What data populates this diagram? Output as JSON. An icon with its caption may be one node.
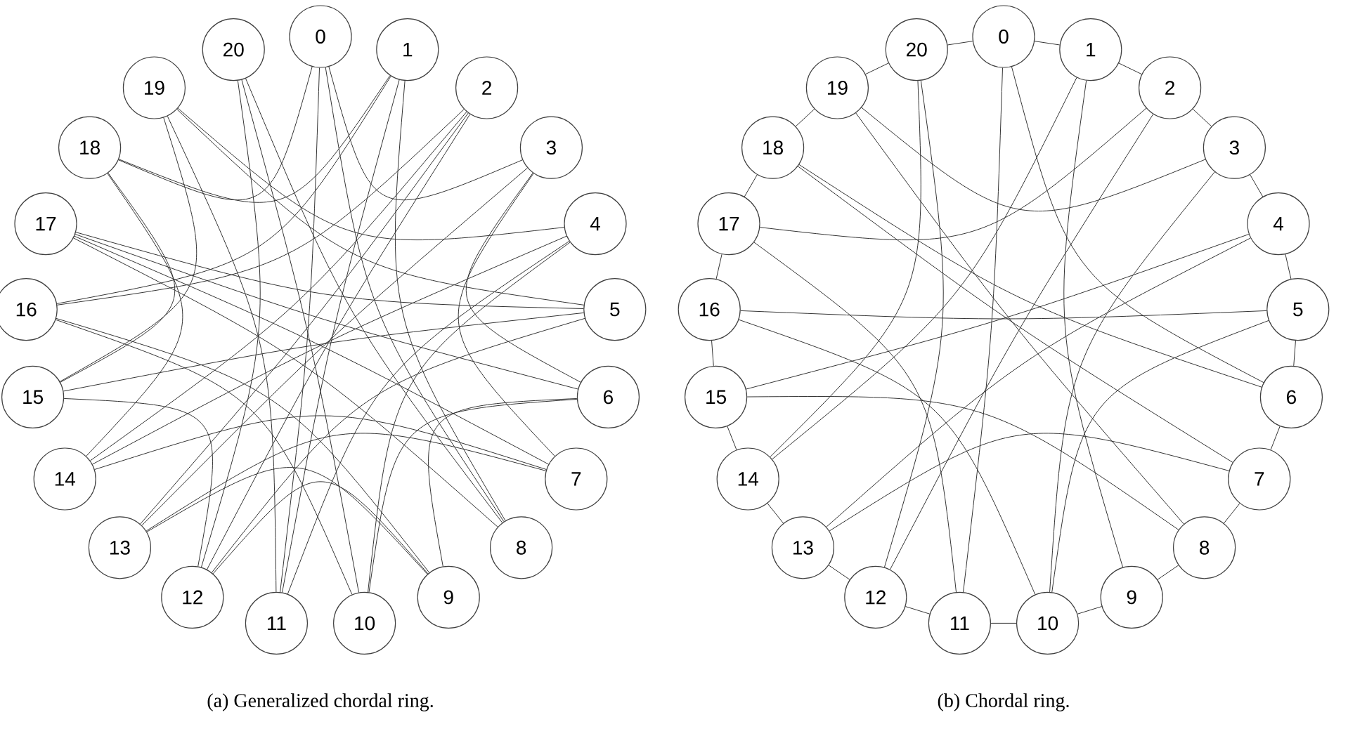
{
  "diagram": {
    "nodes": [
      {
        "text": [
          "0"
        ]
      },
      {
        "text": [
          "1"
        ]
      },
      {
        "text": [
          "2"
        ]
      },
      {
        "text": [
          "3"
        ]
      },
      {
        "text": [
          "4"
        ]
      },
      {
        "text": [
          "5"
        ]
      },
      {
        "text": [
          "6"
        ]
      },
      {
        "text": [
          "7"
        ]
      },
      {
        "text": [
          "8"
        ]
      },
      {
        "text": [
          "9"
        ]
      },
      {
        "text": [
          "10"
        ]
      },
      {
        "text": [
          "11"
        ]
      },
      {
        "text": [
          "12"
        ]
      },
      {
        "text": [
          "13"
        ]
      },
      {
        "text": [
          "14"
        ]
      },
      {
        "text": [
          "15"
        ]
      },
      {
        "text": [
          "16"
        ]
      },
      {
        "text": [
          "17"
        ]
      },
      {
        "text": [
          "18"
        ]
      },
      {
        "text": [
          "19"
        ]
      },
      {
        "text": [
          "20"
        ]
      },
      {
        "text": [
          "0"
        ]
      },
      {
        "text": [
          "1"
        ]
      },
      {
        "text": [
          "2"
        ]
      },
      {
        "text": [
          "3"
        ]
      },
      {
        "text": [
          "4"
        ]
      },
      {
        "text": [
          "5"
        ]
      },
      {
        "text": [
          "6"
        ]
      },
      {
        "text": [
          "7"
        ]
      },
      {
        "text": [
          "8"
        ]
      },
      {
        "text": [
          "9"
        ]
      },
      {
        "text": [
          "10"
        ]
      },
      {
        "text": [
          "11"
        ]
      },
      {
        "text": [
          "12"
        ]
      },
      {
        "text": [
          "13"
        ]
      },
      {
        "text": [
          "14"
        ]
      },
      {
        "text": [
          "15"
        ]
      },
      {
        "text": [
          "16"
        ]
      },
      {
        "text": [
          "17"
        ]
      },
      {
        "text": [
          "18"
        ]
      },
      {
        "text": [
          "19"
        ]
      },
      {
        "text": [
          "20"
        ]
      }
    ],
    "edges": [
      {
        "from": 0,
        "to": 11,
        "arrow": "none"
      },
      {
        "from": 0,
        "to": 18,
        "arrow": "none"
      },
      {
        "from": 0,
        "to": 3,
        "arrow": "none"
      },
      {
        "from": 0,
        "to": 8,
        "arrow": "none"
      },
      {
        "from": 1,
        "to": 11,
        "arrow": "none"
      },
      {
        "from": 1,
        "to": 8,
        "arrow": "none"
      },
      {
        "from": 1,
        "to": 18,
        "arrow": "none"
      },
      {
        "from": 1,
        "to": 16,
        "arrow": "none"
      },
      {
        "from": 2,
        "to": 16,
        "arrow": "none"
      },
      {
        "from": 2,
        "to": 14,
        "arrow": "none"
      },
      {
        "from": 2,
        "to": 13,
        "arrow": "none"
      },
      {
        "from": 2,
        "to": 12,
        "arrow": "none"
      },
      {
        "from": 3,
        "to": 6,
        "arrow": "none"
      },
      {
        "from": 3,
        "to": 7,
        "arrow": "none"
      },
      {
        "from": 3,
        "to": 13,
        "arrow": "none"
      },
      {
        "from": 4,
        "to": 19,
        "arrow": "none"
      },
      {
        "from": 4,
        "to": 14,
        "arrow": "none"
      },
      {
        "from": 4,
        "to": 11,
        "arrow": "none"
      },
      {
        "from": 4,
        "to": 10,
        "arrow": "none"
      },
      {
        "from": 5,
        "to": 17,
        "arrow": "none"
      },
      {
        "from": 5,
        "to": 15,
        "arrow": "none"
      },
      {
        "from": 5,
        "to": 19,
        "arrow": "none"
      },
      {
        "from": 5,
        "to": 12,
        "arrow": "none"
      },
      {
        "from": 6,
        "to": 17,
        "arrow": "none"
      },
      {
        "from": 6,
        "to": 9,
        "arrow": "none"
      },
      {
        "from": 6,
        "to": 10,
        "arrow": "none"
      },
      {
        "from": 7,
        "to": 14,
        "arrow": "none"
      },
      {
        "from": 7,
        "to": 13,
        "arrow": "none"
      },
      {
        "from": 7,
        "to": 17,
        "arrow": "none"
      },
      {
        "from": 8,
        "to": 17,
        "arrow": "none"
      },
      {
        "from": 8,
        "to": 20,
        "arrow": "none"
      },
      {
        "from": 9,
        "to": 12,
        "arrow": "none"
      },
      {
        "from": 9,
        "to": 13,
        "arrow": "none"
      },
      {
        "from": 9,
        "to": 16,
        "arrow": "none"
      },
      {
        "from": 10,
        "to": 16,
        "arrow": "none"
      },
      {
        "from": 10,
        "to": 20,
        "arrow": "none"
      },
      {
        "from": 11,
        "to": 19,
        "arrow": "none"
      },
      {
        "from": 12,
        "to": 15,
        "arrow": "none"
      },
      {
        "from": 12,
        "to": 20,
        "arrow": "none"
      },
      {
        "from": 14,
        "to": 18,
        "arrow": "none"
      },
      {
        "from": 15,
        "to": 18,
        "arrow": "none"
      },
      {
        "from": 15,
        "to": 19,
        "arrow": "none"
      },
      {
        "from": 21,
        "to": 22,
        "arrow": "none"
      },
      {
        "from": 22,
        "to": 23,
        "arrow": "none"
      },
      {
        "from": 23,
        "to": 24,
        "arrow": "none"
      },
      {
        "from": 24,
        "to": 25,
        "arrow": "none"
      },
      {
        "from": 25,
        "to": 26,
        "arrow": "none"
      },
      {
        "from": 26,
        "to": 27,
        "arrow": "none"
      },
      {
        "from": 27,
        "to": 28,
        "arrow": "none"
      },
      {
        "from": 28,
        "to": 29,
        "arrow": "none"
      },
      {
        "from": 29,
        "to": 30,
        "arrow": "none"
      },
      {
        "from": 30,
        "to": 31,
        "arrow": "none"
      },
      {
        "from": 31,
        "to": 32,
        "arrow": "none"
      },
      {
        "from": 32,
        "to": 33,
        "arrow": "none"
      },
      {
        "from": 33,
        "to": 34,
        "arrow": "none"
      },
      {
        "from": 34,
        "to": 35,
        "arrow": "none"
      },
      {
        "from": 35,
        "to": 36,
        "arrow": "none"
      },
      {
        "from": 36,
        "to": 37,
        "arrow": "none"
      },
      {
        "from": 37,
        "to": 38,
        "arrow": "none"
      },
      {
        "from": 38,
        "to": 39,
        "arrow": "none"
      },
      {
        "from": 39,
        "to": 40,
        "arrow": "none"
      },
      {
        "from": 40,
        "to": 41,
        "arrow": "none"
      },
      {
        "from": 41,
        "to": 21,
        "arrow": "none"
      },
      {
        "from": 21,
        "to": 32,
        "arrow": "none"
      },
      {
        "from": 21,
        "to": 27,
        "arrow": "none"
      },
      {
        "from": 22,
        "to": 35,
        "arrow": "none"
      },
      {
        "from": 22,
        "to": 30,
        "arrow": "none"
      },
      {
        "from": 23,
        "to": 38,
        "arrow": "none"
      },
      {
        "from": 23,
        "to": 33,
        "arrow": "none"
      },
      {
        "from": 24,
        "to": 40,
        "arrow": "none"
      },
      {
        "from": 24,
        "to": 31,
        "arrow": "none"
      },
      {
        "from": 25,
        "to": 36,
        "arrow": "none"
      },
      {
        "from": 25,
        "to": 34,
        "arrow": "none"
      },
      {
        "from": 26,
        "to": 37,
        "arrow": "none"
      },
      {
        "from": 26,
        "to": 31,
        "arrow": "none"
      },
      {
        "from": 27,
        "to": 39,
        "arrow": "none"
      },
      {
        "from": 28,
        "to": 39,
        "arrow": "none"
      },
      {
        "from": 28,
        "to": 34,
        "arrow": "none"
      },
      {
        "from": 29,
        "to": 36,
        "arrow": "none"
      },
      {
        "from": 29,
        "to": 40,
        "arrow": "none"
      },
      {
        "from": 31,
        "to": 37,
        "arrow": "none"
      },
      {
        "from": 32,
        "to": 38,
        "arrow": "none"
      },
      {
        "from": 33,
        "to": 41,
        "arrow": "none"
      },
      {
        "from": 35,
        "to": 41,
        "arrow": "none"
      }
    ],
    "labels": [
      "(a)  Generalized chordal ring.",
      "(b)  Chordal ring."
    ]
  }
}
